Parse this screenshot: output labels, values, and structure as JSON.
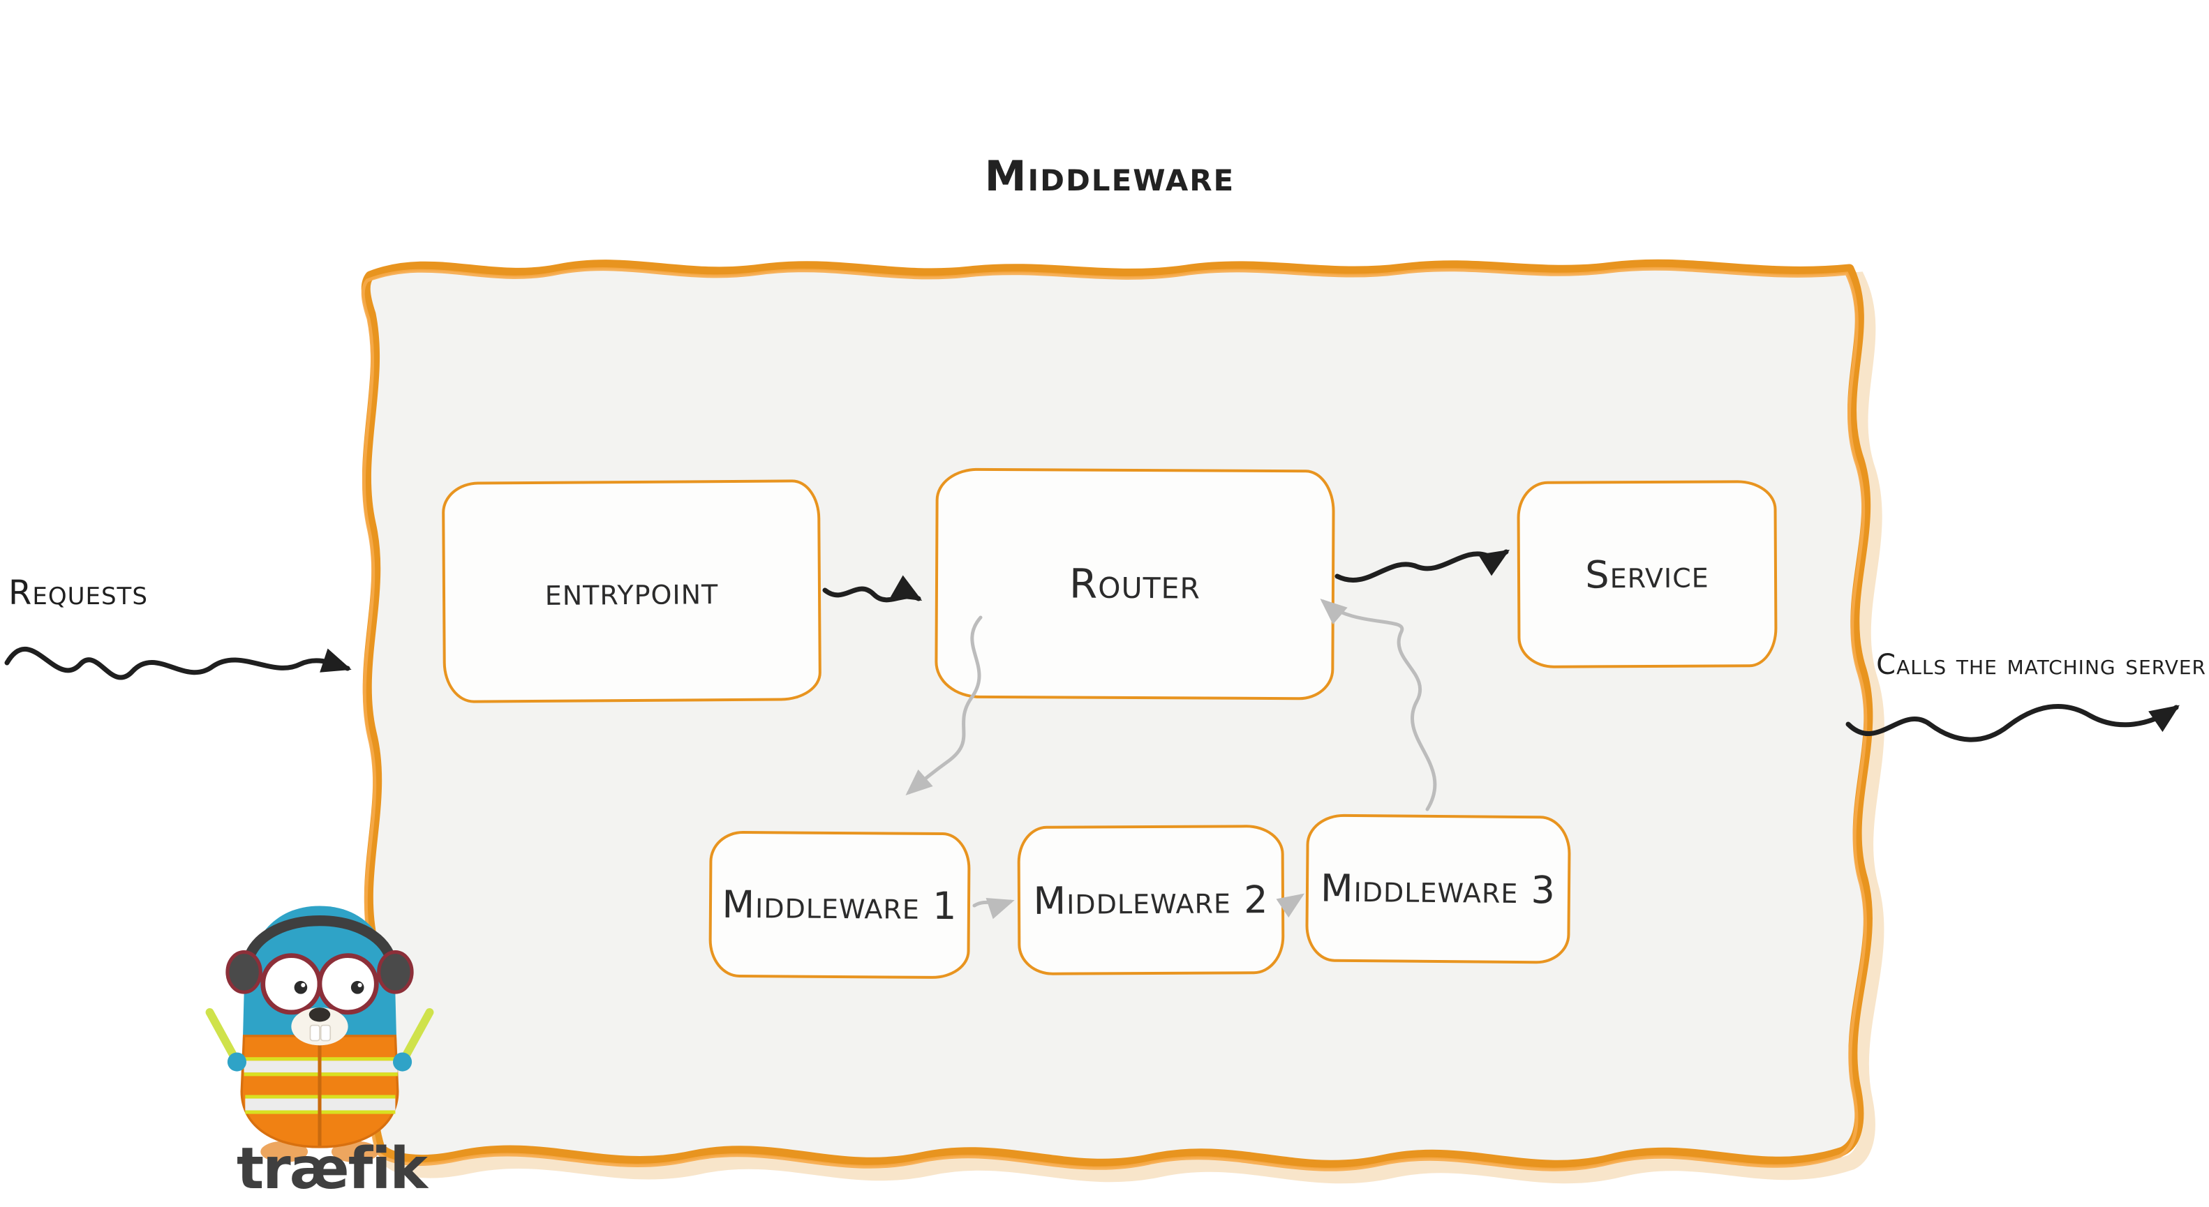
{
  "title": "Middleware",
  "labels": {
    "requests": "Requests",
    "calls": "Calls the matching server"
  },
  "nodes": {
    "entrypoint": "entrypoint",
    "router": "Router",
    "service": "Service",
    "middleware1": "Middleware 1",
    "middleware2": "Middleware 2",
    "middleware3": "Middleware 3"
  },
  "logo": {
    "wordmark": "træfik"
  },
  "colors": {
    "accent_orange": "#e8941f",
    "panel_fill": "#f3f3f1",
    "node_fill": "#fdfdfc",
    "arrow_dark": "#1f1f1f",
    "arrow_gray": "#bcbcbc",
    "gopher_teal": "#2fa3c7",
    "vest_orange": "#f08113",
    "wand_green": "#cfe24b",
    "logo_text": "#3f3f3f"
  }
}
